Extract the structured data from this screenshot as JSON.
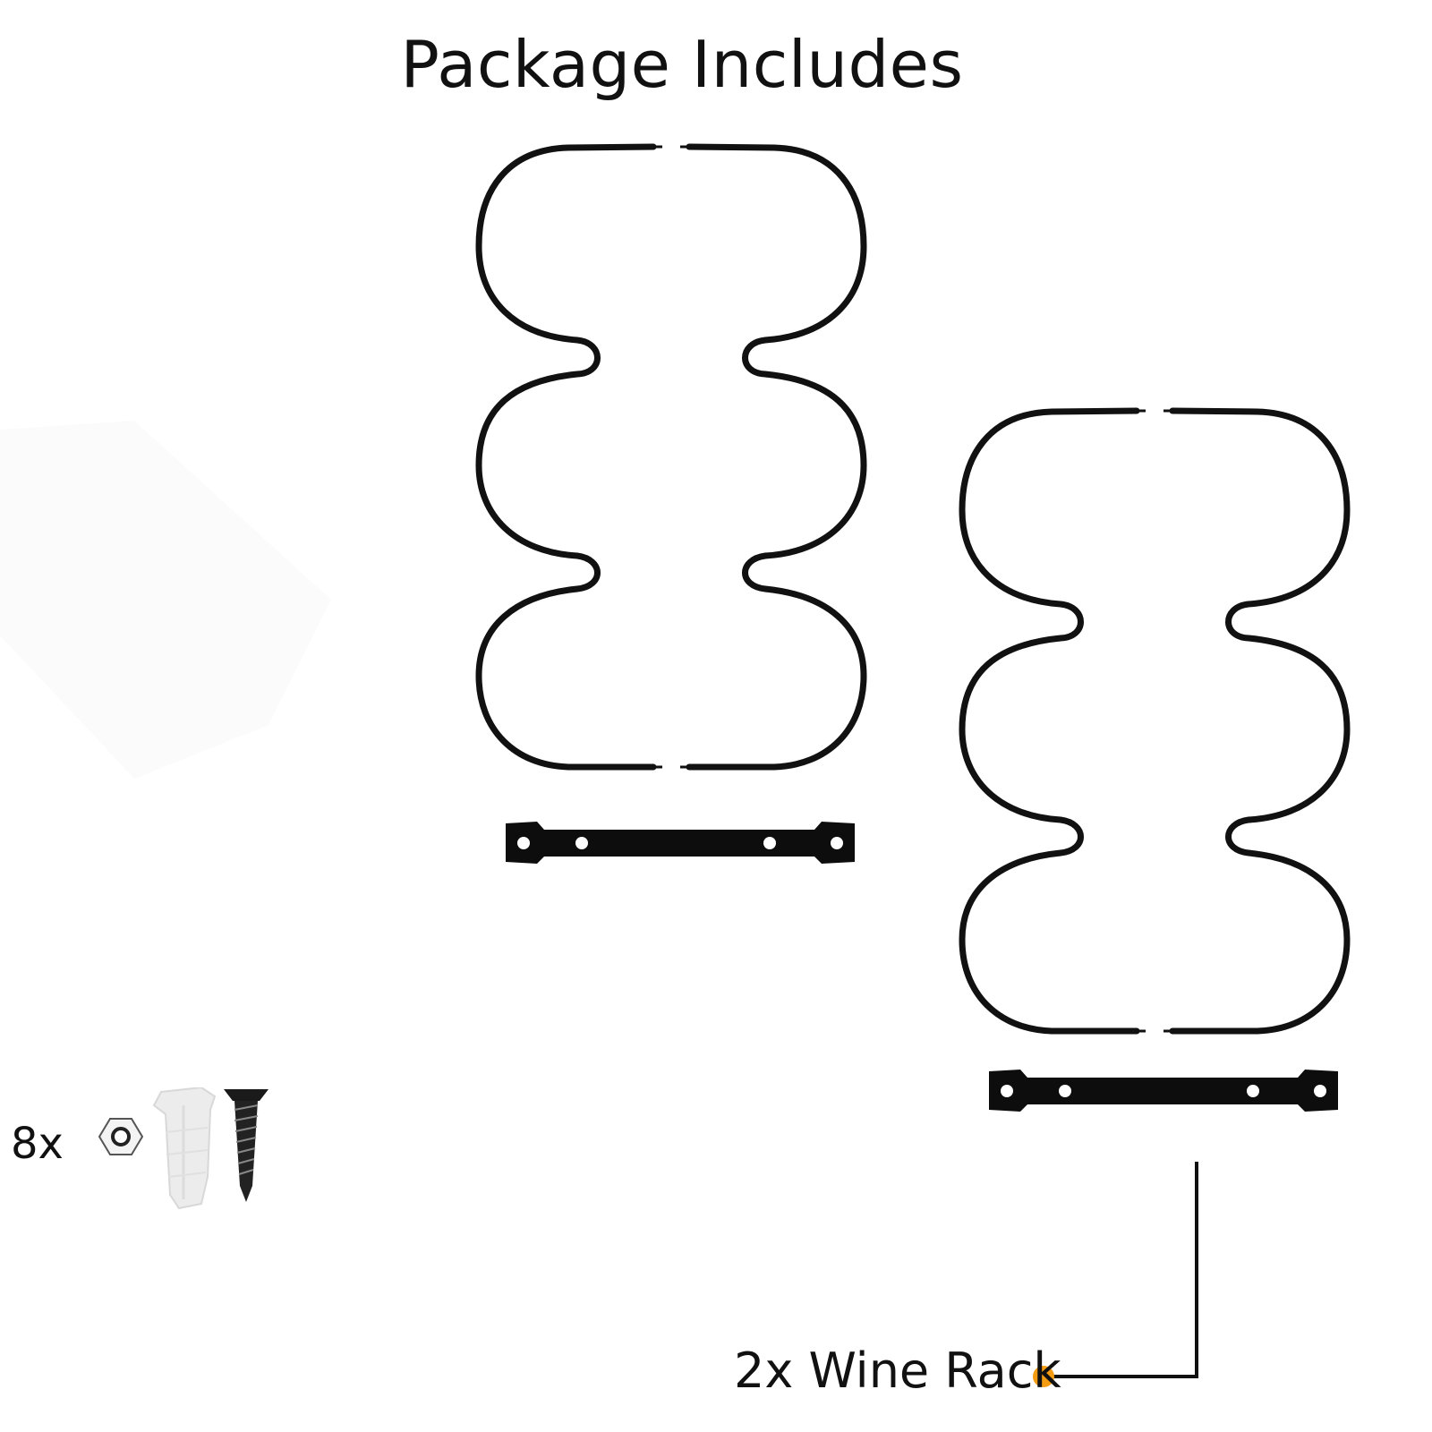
{
  "title": "Package Includes",
  "hardware": {
    "count_label": "8x"
  },
  "rack": {
    "caption": "2x Wine Rack"
  },
  "colors": {
    "wire": "#111111",
    "bracket": "#0d0d0d",
    "accent_dot": "#f39c12",
    "anchor": "#eeeeee"
  }
}
